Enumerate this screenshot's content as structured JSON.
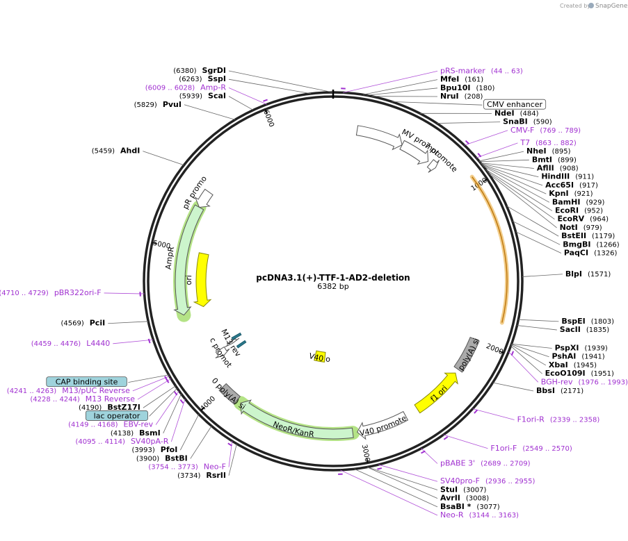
{
  "credit": {
    "prefix": "Created by",
    "brand": "SnapGene"
  },
  "plasmid": {
    "name": "pcDNA3.1(+)-TTF-1-AD2-deletion",
    "size_label": "6382 bp",
    "length": 6382
  },
  "ticks": [
    {
      "label": "1000",
      "bp": 1000
    },
    {
      "label": "2000",
      "bp": 2000
    },
    {
      "label": "3000",
      "bp": 3000
    },
    {
      "label": "4000",
      "bp": 4000
    },
    {
      "label": "5000",
      "bp": 5000
    },
    {
      "label": "6000",
      "bp": 6000
    }
  ],
  "features": [
    {
      "name": "AmpR promoter",
      "start": 5300,
      "end": 5420,
      "color": "#ffffff",
      "stroke": "#555555",
      "direction": -1,
      "ring": 0
    },
    {
      "name": "AmpR",
      "start": 4560,
      "end": 5300,
      "color": "#ccf5cc",
      "stroke": "#555555",
      "direction": -1,
      "ring": 0,
      "highlight": "#77cc22"
    },
    {
      "name": "ori",
      "start": 5000,
      "end": 4590,
      "color": "#ffff00",
      "stroke": "#888800",
      "direction": -1,
      "ring": 1
    },
    {
      "name": "CMV enhancer",
      "start": 160,
      "end": 475,
      "color": "#ffffff",
      "stroke": "#555555",
      "direction": 1,
      "ring": 0
    },
    {
      "name": "CMV promoter",
      "start": 475,
      "end": 680,
      "color": "#ffffff",
      "stroke": "#555555",
      "direction": 1,
      "ring": 0
    },
    {
      "name": "T7 promoter",
      "start": 700,
      "end": 745,
      "color": "#ffffff",
      "stroke": "#555555",
      "direction": 1,
      "ring": 0
    },
    {
      "name": "TTF-1-AD2-deletion",
      "start": 940,
      "end": 1840,
      "color": "#ffffff",
      "stroke": "#ffffff",
      "direction": 1,
      "ring": -1,
      "highlight": "#e8a530",
      "thin": true
    },
    {
      "name": "bGH poly(A) signal",
      "start": 1990,
      "end": 2220,
      "color": "#aaaaaa",
      "stroke": "#555555",
      "direction": 0,
      "ring": 0
    },
    {
      "name": "f1 ori",
      "start": 2250,
      "end": 2600,
      "color": "#ffff00",
      "stroke": "#888800",
      "direction": -1,
      "ring": 0
    },
    {
      "name": "SV40 promoter",
      "start": 2690,
      "end": 3030,
      "color": "#ffffff",
      "stroke": "#555555",
      "direction": 1,
      "ring": 0
    },
    {
      "name": "NeoR/KanR",
      "start": 3060,
      "end": 3850,
      "color": "#ccf5cc",
      "stroke": "#555555",
      "direction": 1,
      "ring": 0,
      "highlight": "#77cc22"
    },
    {
      "name": "SV40 poly(A) signal",
      "start": 3880,
      "end": 4010,
      "color": "#aaaaaa",
      "stroke": "#555555",
      "direction": 0,
      "ring": 0
    },
    {
      "name": "lac promoter",
      "start": 4180,
      "end": 4235,
      "color": "#ffffff",
      "stroke": "#555555",
      "direction": -1,
      "ring": 1
    },
    {
      "name": "M13 rev",
      "start": 4225,
      "end": 4245,
      "color": "#ffffff",
      "stroke": "#555555",
      "direction": -1,
      "ring": 2
    },
    {
      "name": "lac operator",
      "start": 4165,
      "end": 4185,
      "color": "#2b7a8c",
      "stroke": "#1b5a6c",
      "direction": 0,
      "ring": 3
    },
    {
      "name": "CAP binding site",
      "start": 4250,
      "end": 4270,
      "color": "#2b7a8c",
      "stroke": "#1b5a6c",
      "direction": 0,
      "ring": 3
    },
    {
      "name": "SV40 ori",
      "start": 3300,
      "end": 3430,
      "color": "#ffff00",
      "stroke": "#888800",
      "direction": 0,
      "ring": 4
    }
  ],
  "feature_labels": [
    {
      "text": "AmpR promoter",
      "ref": "AmpR promoter"
    },
    {
      "text": "AmpR",
      "ref": "AmpR"
    },
    {
      "text": "ori",
      "ref": "ori"
    },
    {
      "text": "CMV promoter",
      "ref": "CMV promoter"
    },
    {
      "text": "T7 promoter",
      "ref": "T7 promoter"
    },
    {
      "text": "bGH poly(A) signal",
      "ref": "bGH poly(A) signal"
    },
    {
      "text": "f1 ori",
      "ref": "f1 ori"
    },
    {
      "text": "SV40 promoter",
      "ref": "SV40 promoter"
    },
    {
      "text": "NeoR/KanR",
      "ref": "NeoR/KanR"
    },
    {
      "text": "SV40 poly(A) signal",
      "ref": "SV40 poly(A) signal"
    },
    {
      "text": "lac promoter",
      "ref": "lac promoter"
    },
    {
      "text": "M13 rev",
      "ref": "M13 rev"
    },
    {
      "text": "SV40 ori",
      "ref": "SV40 ori"
    }
  ],
  "boxed_labels": [
    {
      "text": "CMV enhancer",
      "bp": 320,
      "fill": "#ffffff"
    },
    {
      "text": "CAP binding site",
      "bp": 4260,
      "fill": "#9fd3dc"
    },
    {
      "text": "lac operator",
      "bp": 4175,
      "fill": "#9fd3dc"
    }
  ],
  "sites": [
    {
      "name": "SgrDI",
      "pos": "(6380)",
      "bp": 6380
    },
    {
      "name": "SspI",
      "pos": "(6263)",
      "bp": 6263
    },
    {
      "name": "ScaI",
      "pos": "(5939)",
      "bp": 5939
    },
    {
      "name": "PvuI",
      "pos": "(5829)",
      "bp": 5829
    },
    {
      "name": "AhdI",
      "pos": "(5459)",
      "bp": 5459
    },
    {
      "name": "MfeI",
      "pos": "(161)",
      "bp": 161
    },
    {
      "name": "Bpu10I",
      "pos": "(180)",
      "bp": 180
    },
    {
      "name": "NruI",
      "pos": "(208)",
      "bp": 208
    },
    {
      "name": "NdeI",
      "pos": "(484)",
      "bp": 484
    },
    {
      "name": "SnaBI",
      "pos": "(590)",
      "bp": 590
    },
    {
      "name": "NheI",
      "pos": "(895)",
      "bp": 895
    },
    {
      "name": "BmtI",
      "pos": "(899)",
      "bp": 899
    },
    {
      "name": "AflII",
      "pos": "(908)",
      "bp": 908
    },
    {
      "name": "HindIII",
      "pos": "(911)",
      "bp": 911
    },
    {
      "name": "Acc65I",
      "pos": "(917)",
      "bp": 917
    },
    {
      "name": "KpnI",
      "pos": "(921)",
      "bp": 921
    },
    {
      "name": "BamHI",
      "pos": "(929)",
      "bp": 929
    },
    {
      "name": "EcoRI",
      "pos": "(952)",
      "bp": 952
    },
    {
      "name": "EcoRV",
      "pos": "(964)",
      "bp": 964
    },
    {
      "name": "NotI",
      "pos": "(979)",
      "bp": 979
    },
    {
      "name": "BstEII",
      "pos": "(1179)",
      "bp": 1179
    },
    {
      "name": "BmgBI",
      "pos": "(1266)",
      "bp": 1266
    },
    {
      "name": "PaqCI",
      "pos": "(1326)",
      "bp": 1326
    },
    {
      "name": "BlpI",
      "pos": "(1571)",
      "bp": 1571
    },
    {
      "name": "BspEI",
      "pos": "(1803)",
      "bp": 1803
    },
    {
      "name": "SacII",
      "pos": "(1835)",
      "bp": 1835
    },
    {
      "name": "PspXI",
      "pos": "(1939)",
      "bp": 1939
    },
    {
      "name": "PshAI",
      "pos": "(1941)",
      "bp": 1941
    },
    {
      "name": "XbaI",
      "pos": "(1945)",
      "bp": 1945
    },
    {
      "name": "EcoO109I",
      "pos": "(1951)",
      "bp": 1951
    },
    {
      "name": "BbsI",
      "pos": "(2171)",
      "bp": 2171
    },
    {
      "name": "StuI",
      "pos": "(3007)",
      "bp": 3007
    },
    {
      "name": "AvrII",
      "pos": "(3008)",
      "bp": 3008
    },
    {
      "name": "BsaBI *",
      "pos": "(3077)",
      "bp": 3077
    },
    {
      "name": "RsrII",
      "pos": "(3734)",
      "bp": 3734
    },
    {
      "name": "BstBI",
      "pos": "(3900)",
      "bp": 3900
    },
    {
      "name": "PfoI",
      "pos": "(3993)",
      "bp": 3993
    },
    {
      "name": "BsmI",
      "pos": "(4138)",
      "bp": 4138
    },
    {
      "name": "BstZ17I",
      "pos": "(4190)",
      "bp": 4190
    },
    {
      "name": "PciI",
      "pos": "(4569)",
      "bp": 4569
    }
  ],
  "primers": [
    {
      "name": "pRS-marker",
      "pos": "(44 .. 63)",
      "bp": 53
    },
    {
      "name": "Amp-R",
      "pos": "(6009 .. 6028)",
      "bp": 6018
    },
    {
      "name": "CMV-F",
      "pos": "(769 .. 789)",
      "bp": 779
    },
    {
      "name": "T7",
      "pos": "(863 .. 882)",
      "bp": 872
    },
    {
      "name": "BGH-rev",
      "pos": "(1976 .. 1993)",
      "bp": 1984
    },
    {
      "name": "F1ori-R",
      "pos": "(2339 .. 2358)",
      "bp": 2348
    },
    {
      "name": "F1ori-F",
      "pos": "(2549 .. 2570)",
      "bp": 2559
    },
    {
      "name": "pBABE 3'",
      "pos": "(2689 .. 2709)",
      "bp": 2699
    },
    {
      "name": "SV40pro-F",
      "pos": "(2936 .. 2955)",
      "bp": 2945
    },
    {
      "name": "Neo-R",
      "pos": "(3144 .. 3163)",
      "bp": 3153
    },
    {
      "name": "Neo-F",
      "pos": "(3754 .. 3773)",
      "bp": 3763
    },
    {
      "name": "SV40pA-R",
      "pos": "(4095 .. 4114)",
      "bp": 4104
    },
    {
      "name": "EBV-rev",
      "pos": "(4149 .. 4168)",
      "bp": 4158
    },
    {
      "name": "M13 Reverse",
      "pos": "(4228 .. 4244)",
      "bp": 4236
    },
    {
      "name": "M13/pUC Reverse",
      "pos": "(4241 .. 4263)",
      "bp": 4252
    },
    {
      "name": "L4440",
      "pos": "(4459 .. 4476)",
      "bp": 4467
    },
    {
      "name": "pBR322ori-F",
      "pos": "(4710 .. 4729)",
      "bp": 4719
    }
  ]
}
